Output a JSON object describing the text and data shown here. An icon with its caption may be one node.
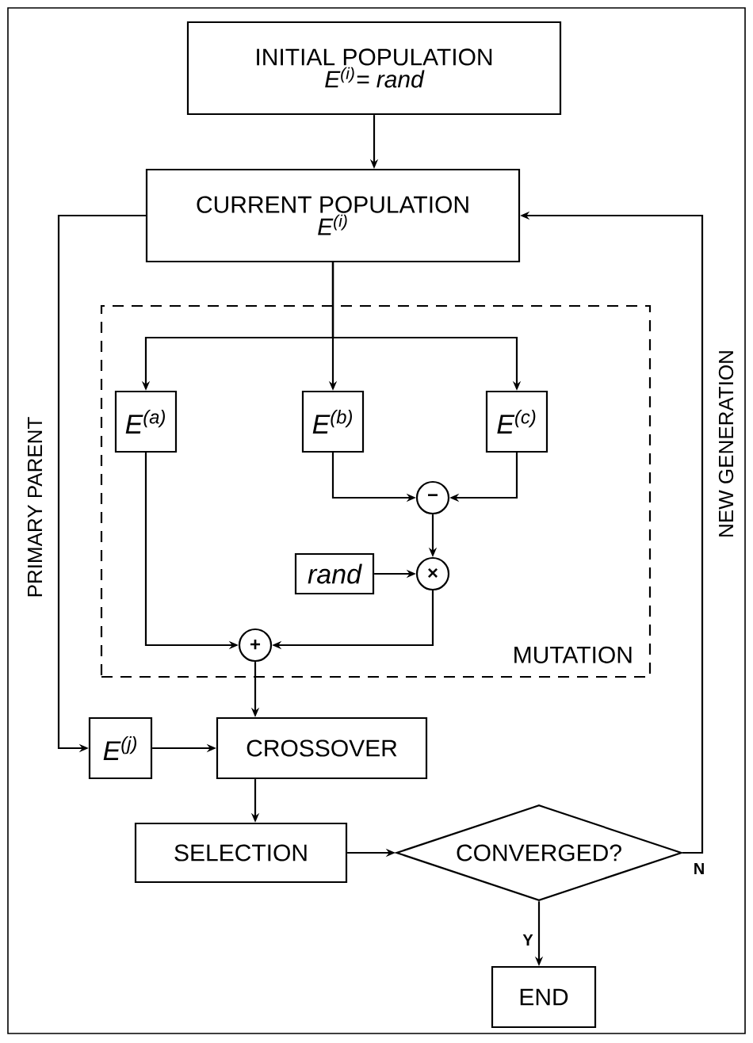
{
  "diagram": {
    "nodes": [
      {
        "text": [
          "INITIAL POPULATION",
          "E$^{(i)}$= rand"
        ]
      },
      {
        "text": [
          "CURRENT POPULATION",
          "E$^{(i)}$"
        ]
      },
      {
        "text": [
          "MUTATION"
        ]
      },
      {
        "text": [
          "E$^{(a)}$"
        ],
        "in": 2
      },
      {
        "text": [
          "E$^{(b)}$"
        ],
        "in": 2
      },
      {
        "text": [
          "E$^{(c)}$"
        ],
        "in": 2
      },
      {
        "text": [
          "−"
        ],
        "in": 2
      },
      {
        "text": [
          "rand"
        ],
        "in": 2
      },
      {
        "text": [
          "×"
        ],
        "in": 2
      },
      {
        "text": [
          "+"
        ],
        "in": 2
      },
      {
        "text": [
          "E$^{(j)}$"
        ]
      },
      {
        "text": [
          "CROSSOVER"
        ]
      },
      {
        "text": [
          "SELECTION"
        ]
      },
      {
        "text": [
          "CONVERGED?"
        ]
      },
      {
        "text": [
          "END"
        ]
      }
    ],
    "edges": [
      {
        "from": 0,
        "to": 1,
        "arrow": "to"
      },
      {
        "from": 1,
        "to": 3,
        "arrow": "to"
      },
      {
        "from": 1,
        "to": 4,
        "arrow": "to"
      },
      {
        "from": 1,
        "to": 5,
        "arrow": "to"
      },
      {
        "from": 4,
        "to": 6,
        "arrow": "to"
      },
      {
        "from": 5,
        "to": 6,
        "arrow": "to"
      },
      {
        "from": 6,
        "to": 8,
        "arrow": "to"
      },
      {
        "from": 7,
        "to": 8,
        "arrow": "to"
      },
      {
        "from": 3,
        "to": 9,
        "arrow": "to"
      },
      {
        "from": 8,
        "to": 9,
        "arrow": "to"
      },
      {
        "from": 9,
        "to": 11,
        "arrow": "to"
      },
      {
        "from": 1,
        "to": 10,
        "arrow": "to",
        "label": "PRIMARY PARENT"
      },
      {
        "from": 10,
        "to": 11,
        "arrow": "to"
      },
      {
        "from": 11,
        "to": 12,
        "arrow": "to"
      },
      {
        "from": 12,
        "to": 13,
        "arrow": "to"
      },
      {
        "from": 13,
        "to": 1,
        "arrow": "to",
        "label": "NEW GENERATION"
      },
      {
        "from": 13,
        "to": 14,
        "arrow": "to"
      }
    ],
    "labels": [
      "N",
      "Y"
    ]
  }
}
